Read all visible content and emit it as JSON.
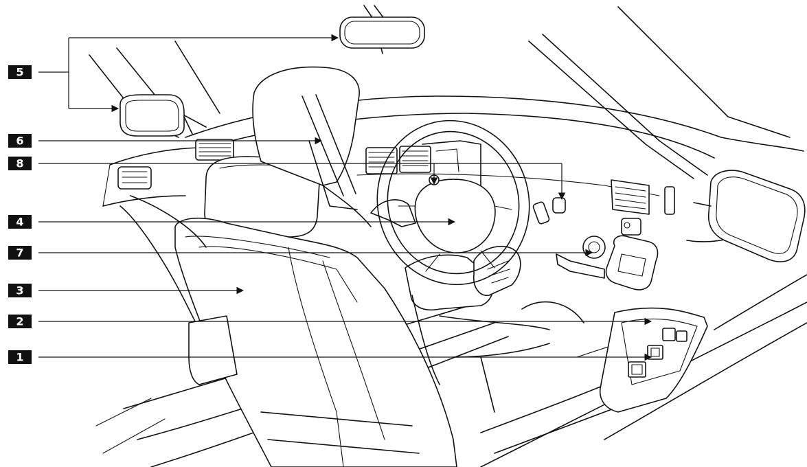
{
  "callouts": [
    {
      "id": "c5",
      "label": "5"
    },
    {
      "id": "c6",
      "label": "6"
    },
    {
      "id": "c8",
      "label": "8"
    },
    {
      "id": "c4",
      "label": "4"
    },
    {
      "id": "c7",
      "label": "7"
    },
    {
      "id": "c3",
      "label": "3"
    },
    {
      "id": "c2",
      "label": "2"
    },
    {
      "id": "c1",
      "label": "1"
    }
  ]
}
